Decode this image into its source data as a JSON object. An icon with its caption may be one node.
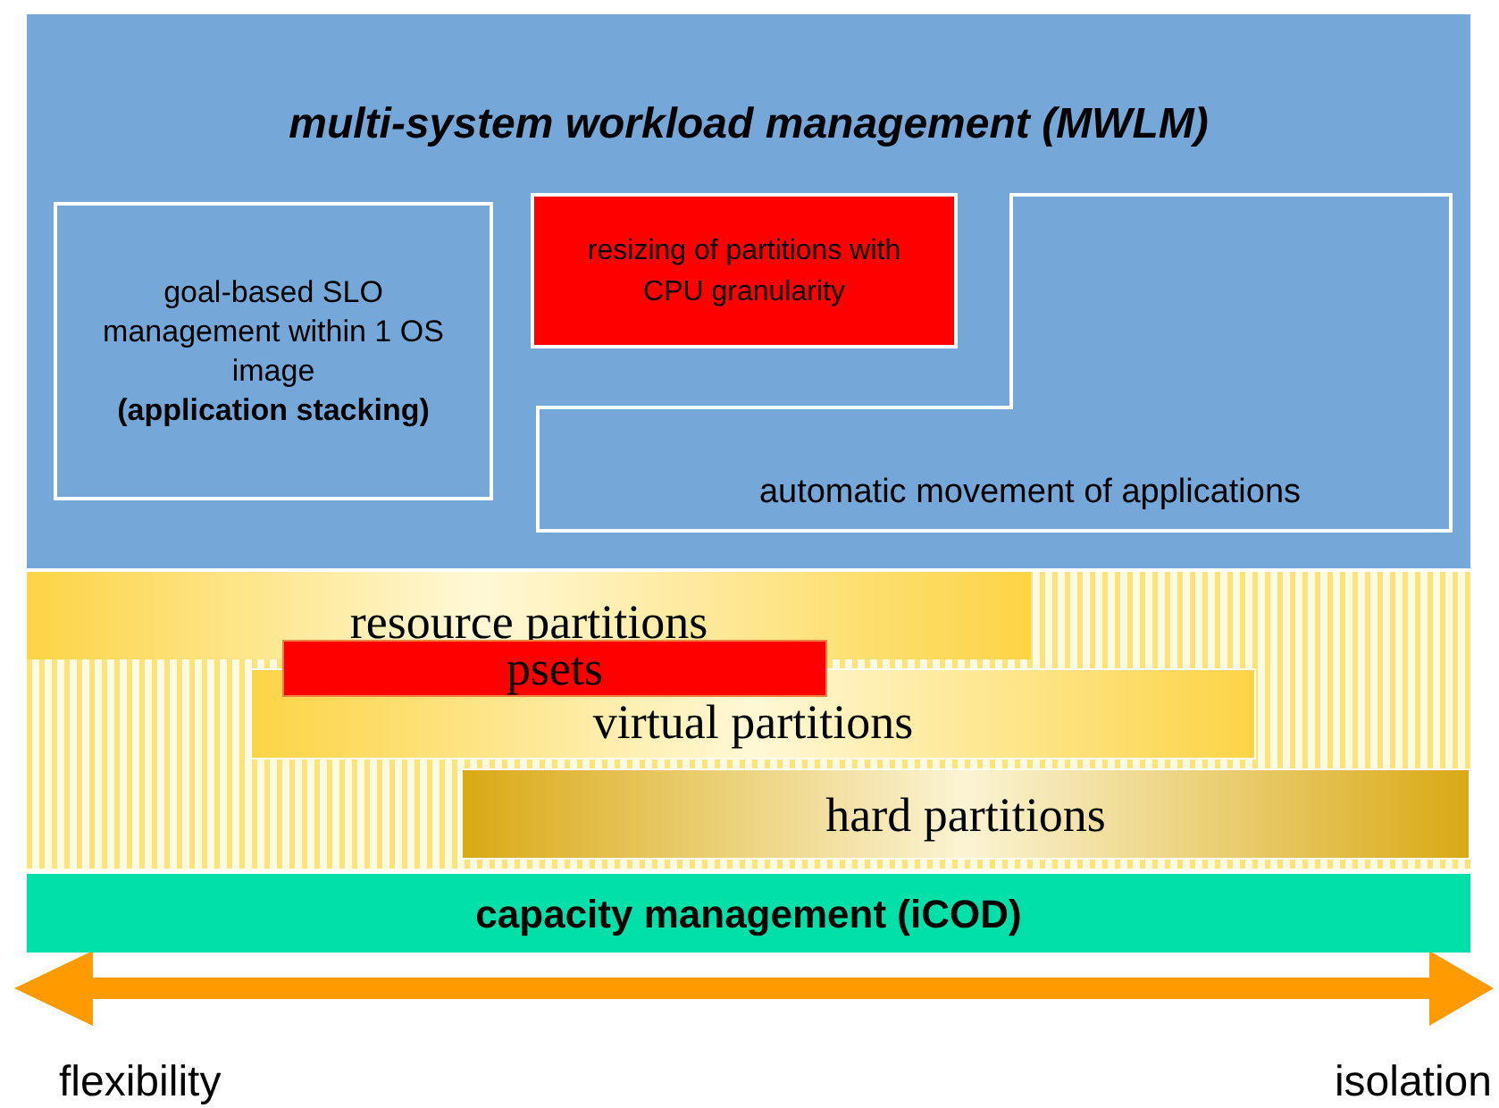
{
  "diagram": {
    "nodes": [
      {
        "text": [
          "multi-system workload management (MWLM)"
        ]
      },
      {
        "text": [
          "goal-based SLO management within 1 OS image",
          "(application stacking)"
        ],
        "in": 0
      },
      {
        "text": [
          "resizing of partitions with CPU granularity"
        ],
        "in": 0
      },
      {
        "text": [
          "automatic movement of applications"
        ],
        "in": 0
      },
      {
        "text": [
          "resource partitions"
        ]
      },
      {
        "text": [
          "psets"
        ]
      },
      {
        "text": [
          "virtual partitions"
        ]
      },
      {
        "text": [
          "hard partitions"
        ]
      },
      {
        "text": [
          "capacity management (iCOD)"
        ]
      }
    ],
    "edges": [],
    "labels": [
      "flexibility",
      "isolation"
    ]
  }
}
